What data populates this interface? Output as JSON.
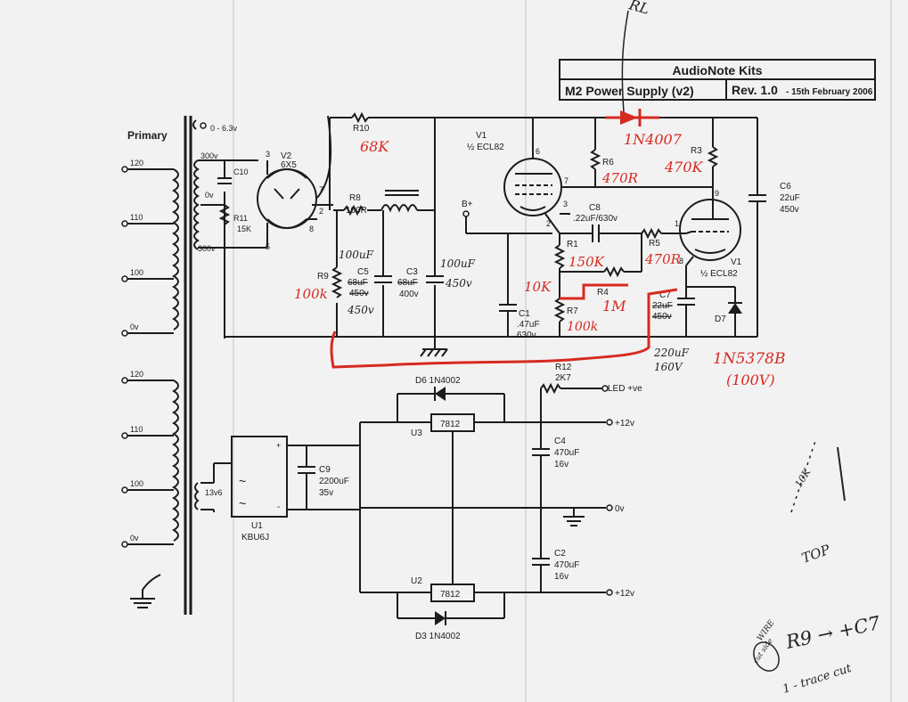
{
  "title_block": {
    "company": "AudioNote Kits",
    "product": "M2 Power Supply (v2)",
    "revision": "Rev. 1.0",
    "date": "- 15th February 2006"
  },
  "transformer": {
    "primary_label": "Primary",
    "primary_taps_upper": [
      "120",
      "110",
      "100",
      "0v"
    ],
    "primary_taps_lower": [
      "120",
      "110",
      "100",
      "0v"
    ],
    "secondary_heater": "0 - 6.3v",
    "secondary_hv_top": "300v",
    "secondary_hv_center": "0v",
    "secondary_hv_bottom": "300v",
    "secondary_lv": "13v6"
  },
  "upper": {
    "v2": {
      "ref": "V2",
      "type": "6X5",
      "pin3": "3",
      "pin7": "7",
      "pin2": "2",
      "pin8": "8",
      "pin5": "5"
    },
    "c10": "C10",
    "r11": {
      "ref": "R11",
      "value": "15K"
    },
    "r10": "R10",
    "r8": {
      "ref": "R8",
      "value": "100R"
    },
    "r9": "R9",
    "c5": {
      "ref": "C5",
      "value": "68uF",
      "voltage": "450v"
    },
    "c3": {
      "ref": "C3",
      "value": "68uF",
      "voltage": "400v"
    },
    "v1a": {
      "ref": "V1",
      "type": "½ ECL82",
      "pin6": "6",
      "pin7": "7",
      "pin3": "3",
      "pin2": "2"
    },
    "bplus": "B+",
    "r6": "R6",
    "r3": "R3",
    "c6": {
      "ref": "C6",
      "value": "22uF",
      "voltage": "450v"
    },
    "c8": {
      "ref": "C8",
      "value": ".22uF/630v"
    },
    "r1": "R1",
    "r5": "R5",
    "r4": "R4",
    "c1": {
      "ref": "C1",
      "value": ".47uF",
      "voltage": "630v"
    },
    "r7": "R7",
    "v1b": {
      "ref": "V1",
      "type": "½ ECL82",
      "pin1": "1",
      "pin9": "9",
      "pin8": "8"
    },
    "c7": {
      "ref": "C7",
      "value": "22uF",
      "voltage": "450v"
    },
    "d7": "D7"
  },
  "lower": {
    "u1": {
      "ref": "U1",
      "type": "KBU6J",
      "plus": "+",
      "minus": "-"
    },
    "c9": {
      "ref": "C9",
      "value": "2200uF",
      "voltage": "35v"
    },
    "d6": "D6 1N4002",
    "u3": {
      "ref": "U3",
      "type": "7812"
    },
    "r12": {
      "ref": "R12",
      "value": "2K7"
    },
    "led": "LED +ve",
    "out_top": "+12v",
    "c4": {
      "ref": "C4",
      "value": "470uF",
      "voltage": "16v"
    },
    "out_gnd": "0v",
    "c2": {
      "ref": "C2",
      "value": "470uF",
      "voltage": "16v"
    },
    "u2": {
      "ref": "U2",
      "type": "7812"
    },
    "out_bottom": "+12v",
    "d3": "D3 1N4002"
  },
  "annotations_red": {
    "r10": "68K",
    "d1": "1N4007",
    "r6": "470R",
    "r3": "470K",
    "r1": "150K",
    "r5": "470R",
    "c1_r": "10K",
    "r4": "1M",
    "r7": "100k",
    "r9": "100k",
    "c5": "100uF",
    "c5v": "450v",
    "c3b": "100uF",
    "c3bv": "450v",
    "c7": "220uF",
    "c7v": "160V",
    "zener": "1N5378B",
    "zener_v": "(100V)",
    "top_mark": "RL"
  },
  "annotations_black": {
    "ten_k": "10K",
    "top": "TOP",
    "wire": "WIRE",
    "cut_side": "cut side",
    "r9_c7": "R9 → +C7",
    "trace_cut": "1 - trace cut"
  }
}
